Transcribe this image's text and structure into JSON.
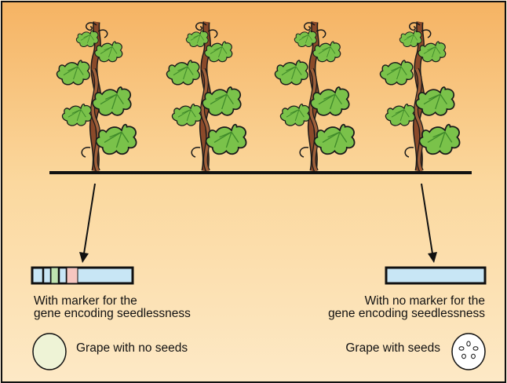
{
  "left": {
    "caption_line1": "With marker for the",
    "caption_line2": "gene encoding seedlessness",
    "grape_label": "Grape with no seeds"
  },
  "right": {
    "caption_line1": "With no marker for the",
    "caption_line2": "gene encoding seedlessness",
    "grape_label": "Grape with seeds"
  },
  "colors": {
    "background_top": "#f5b363",
    "background_bottom": "#fde9c6",
    "leaf": "#7ac24a",
    "leaf_dark": "#3f8a2a",
    "vine": "#8b4a2a",
    "marker_bar_fill": "#c8e6f5",
    "marker_band_green": "#bfe3b0",
    "marker_band_pink": "#f6c6c0",
    "grape_no_seeds": "#eef3d6",
    "grape_with_seeds": "#ffffff"
  },
  "icons": [
    "grapevine-icon",
    "arrow-down-icon",
    "dna-marker-bar-icon",
    "grape-icon",
    "grape-seeds-icon"
  ]
}
